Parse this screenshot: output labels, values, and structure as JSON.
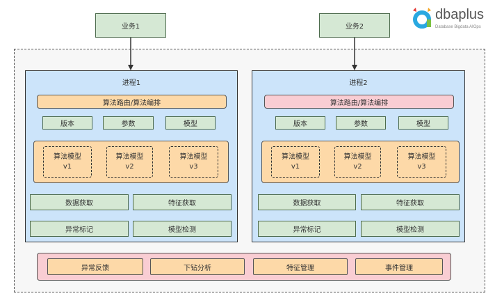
{
  "logo": {
    "text": "dbaplus",
    "tagline": "Database  Bigdata  AIOps"
  },
  "services": [
    "业务1",
    "业务2"
  ],
  "processes": [
    {
      "title": "进程1",
      "router": "算法路由/算法编排",
      "params": [
        "版本",
        "参数",
        "模型"
      ],
      "models": [
        [
          "算法模型",
          "v1"
        ],
        [
          "算法模型",
          "v2"
        ],
        [
          "算法模型",
          "v3"
        ]
      ],
      "functions": [
        "数据获取",
        "特征获取",
        "异常标记",
        "模型检测"
      ]
    },
    {
      "title": "进程2",
      "router": "算法路由/算法编排",
      "params": [
        "版本",
        "参数",
        "模型"
      ],
      "models": [
        [
          "算法模型",
          "v1"
        ],
        [
          "算法模型",
          "v2"
        ],
        [
          "算法模型",
          "v3"
        ]
      ],
      "functions": [
        "数据获取",
        "特征获取",
        "异常标记",
        "模型检测"
      ]
    }
  ],
  "bottom": [
    "异常反馈",
    "下钻分析",
    "特征管理",
    "事件管理"
  ],
  "colors": {
    "process": "#cce4fa",
    "orange": "#fdd9a8",
    "green": "#d5e8d4",
    "pink": "#f9cdd3"
  }
}
